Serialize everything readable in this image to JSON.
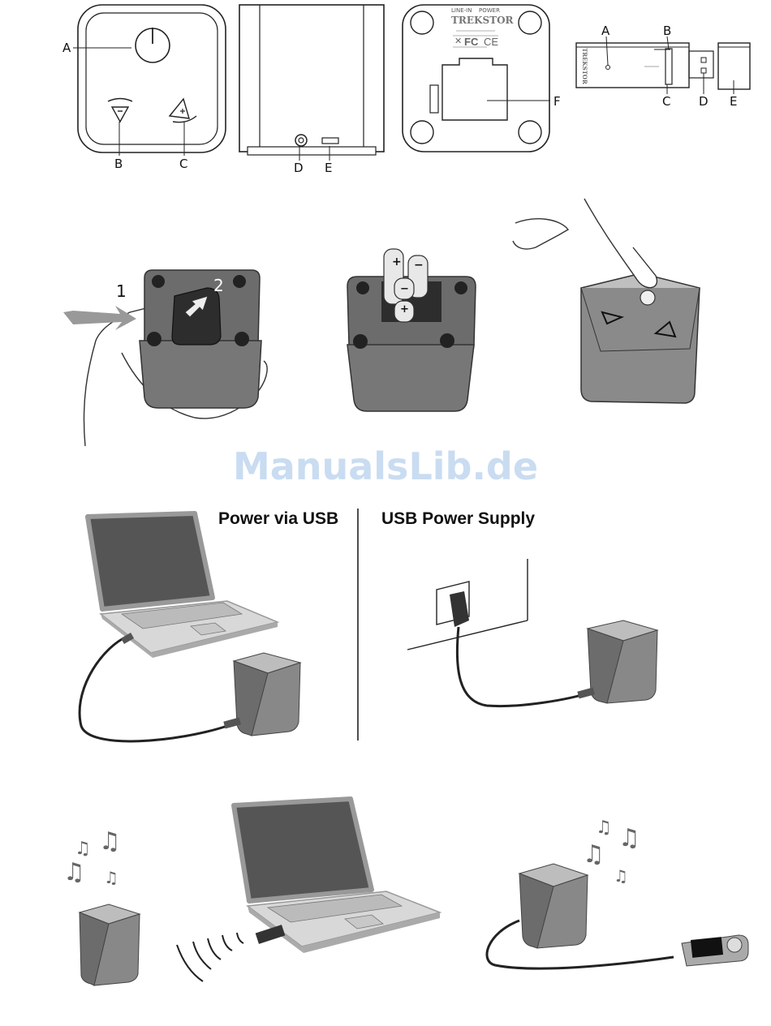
{
  "top_row": {
    "front_labels": [
      "A",
      "B",
      "C"
    ],
    "back_labels": [
      "D",
      "E"
    ],
    "bottom_labels": [
      "F"
    ],
    "bottom_text": {
      "line_in": "LINE-IN",
      "power": "POWER",
      "brand": "TREKSTOR",
      "fcc": "FC",
      "ce": "CE"
    },
    "dongle_labels": [
      "A",
      "B",
      "C",
      "D",
      "E"
    ],
    "dongle_brand": "TREKSTOR"
  },
  "step_labels": {
    "step1": "1",
    "step2": "2"
  },
  "battery_signs": {
    "plus": "+",
    "minus": "−"
  },
  "watermark": "ManualsLib.de",
  "power_section": {
    "usb_heading": "Power via USB",
    "supply_heading": "USB Power Supply"
  }
}
